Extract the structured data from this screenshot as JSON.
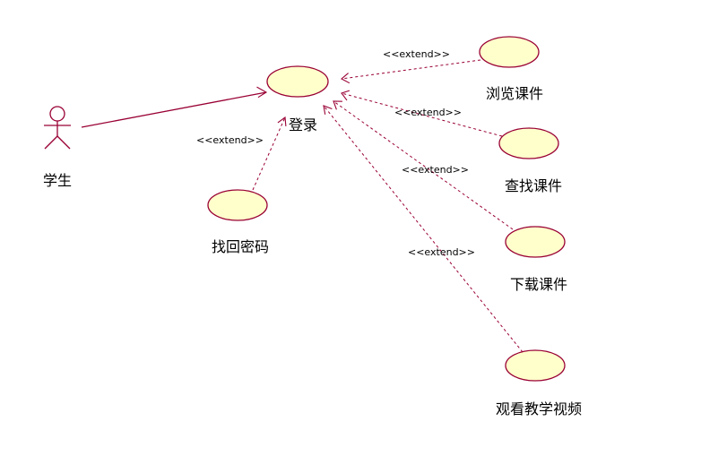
{
  "actor": {
    "name": "学生"
  },
  "use_cases": {
    "login": "登录",
    "recover_password": "找回密码",
    "browse_courseware": "浏览课件",
    "search_courseware": "查找课件",
    "download_courseware": "下载课件",
    "watch_video": "观看教学视频"
  },
  "stereotype": "<<extend>>",
  "colors": {
    "line": "#990033",
    "usecase_fill": "#ffffcc",
    "background": "#ffffff"
  }
}
